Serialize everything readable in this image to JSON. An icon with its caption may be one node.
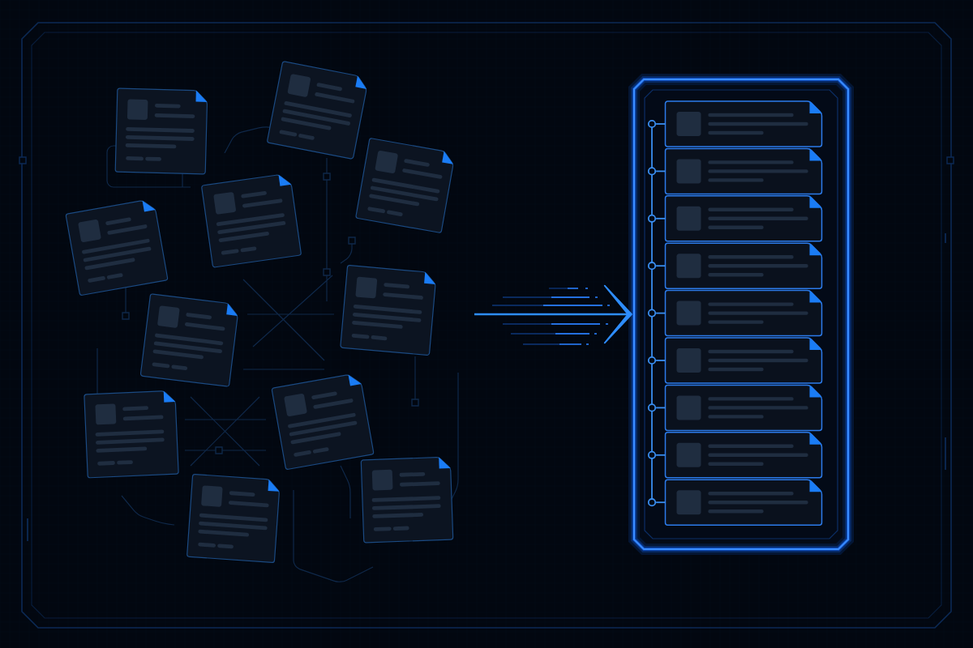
{
  "diagram": {
    "nodes": [
      {
        "text": [],
        "shape": "document"
      },
      {
        "text": [],
        "shape": "document"
      },
      {
        "text": [],
        "shape": "document"
      },
      {
        "text": [],
        "shape": "document"
      },
      {
        "text": [],
        "shape": "document"
      },
      {
        "text": [],
        "shape": "document"
      },
      {
        "text": [],
        "shape": "document"
      },
      {
        "text": [],
        "shape": "document"
      },
      {
        "text": [],
        "shape": "document"
      },
      {
        "text": [],
        "shape": "document"
      },
      {
        "text": [],
        "shape": "document"
      },
      {
        "text": [],
        "shape": "box"
      },
      {
        "text": [],
        "shape": "bar",
        "in": 11
      },
      {
        "text": [],
        "shape": "document",
        "in": 11
      },
      {
        "text": [],
        "shape": "document",
        "in": 11
      },
      {
        "text": [],
        "shape": "document",
        "in": 11
      },
      {
        "text": [],
        "shape": "document",
        "in": 11
      },
      {
        "text": [],
        "shape": "document",
        "in": 11
      },
      {
        "text": [],
        "shape": "document",
        "in": 11
      },
      {
        "text": [],
        "shape": "document",
        "in": 11
      },
      {
        "text": [],
        "shape": "document",
        "in": 11
      },
      {
        "text": [],
        "shape": "document",
        "in": 11
      }
    ],
    "edges": [
      {
        "from": null,
        "to": 11,
        "arrow": "to"
      },
      {
        "from": 12,
        "to": 13,
        "arrow": "none"
      },
      {
        "from": 12,
        "to": 14,
        "arrow": "none"
      },
      {
        "from": 12,
        "to": 15,
        "arrow": "none"
      },
      {
        "from": 12,
        "to": 16,
        "arrow": "none"
      },
      {
        "from": 12,
        "to": 17,
        "arrow": "none"
      },
      {
        "from": 12,
        "to": 18,
        "arrow": "none"
      },
      {
        "from": 12,
        "to": 19,
        "arrow": "none"
      },
      {
        "from": 12,
        "to": 20,
        "arrow": "none"
      },
      {
        "from": 12,
        "to": 21,
        "arrow": "none"
      }
    ]
  }
}
